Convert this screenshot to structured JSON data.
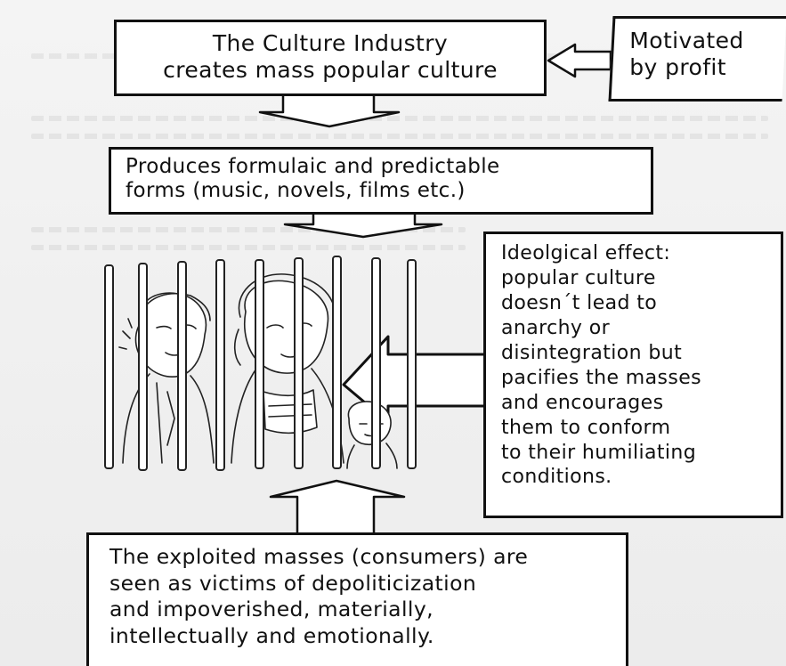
{
  "diagram": {
    "culture_industry": {
      "lines": [
        "The Culture Industry",
        "creates mass popular culture"
      ]
    },
    "profit": {
      "lines": [
        "Motivated",
        "by profit"
      ]
    },
    "formulaic": {
      "lines": [
        "Produces formulaic and predictable",
        "forms (music, novels, films etc.)"
      ]
    },
    "ideology": {
      "lines": [
        "Ideolgical effect:",
        "popular culture",
        "doesn´t lead to",
        "anarchy or",
        "disintegration but",
        "pacifies the masses",
        "and encourages",
        "them to conform",
        "to their humiliating",
        "conditions."
      ]
    },
    "exploited": {
      "lines": [
        "The exploited masses (consumers) are",
        "seen as victims of depoliticization",
        "and impoverished, materially,",
        "intellectually and emotionally."
      ]
    }
  },
  "colors": {
    "ink": "#111111",
    "paper": "#f1f1f1",
    "box": "#ffffff"
  }
}
